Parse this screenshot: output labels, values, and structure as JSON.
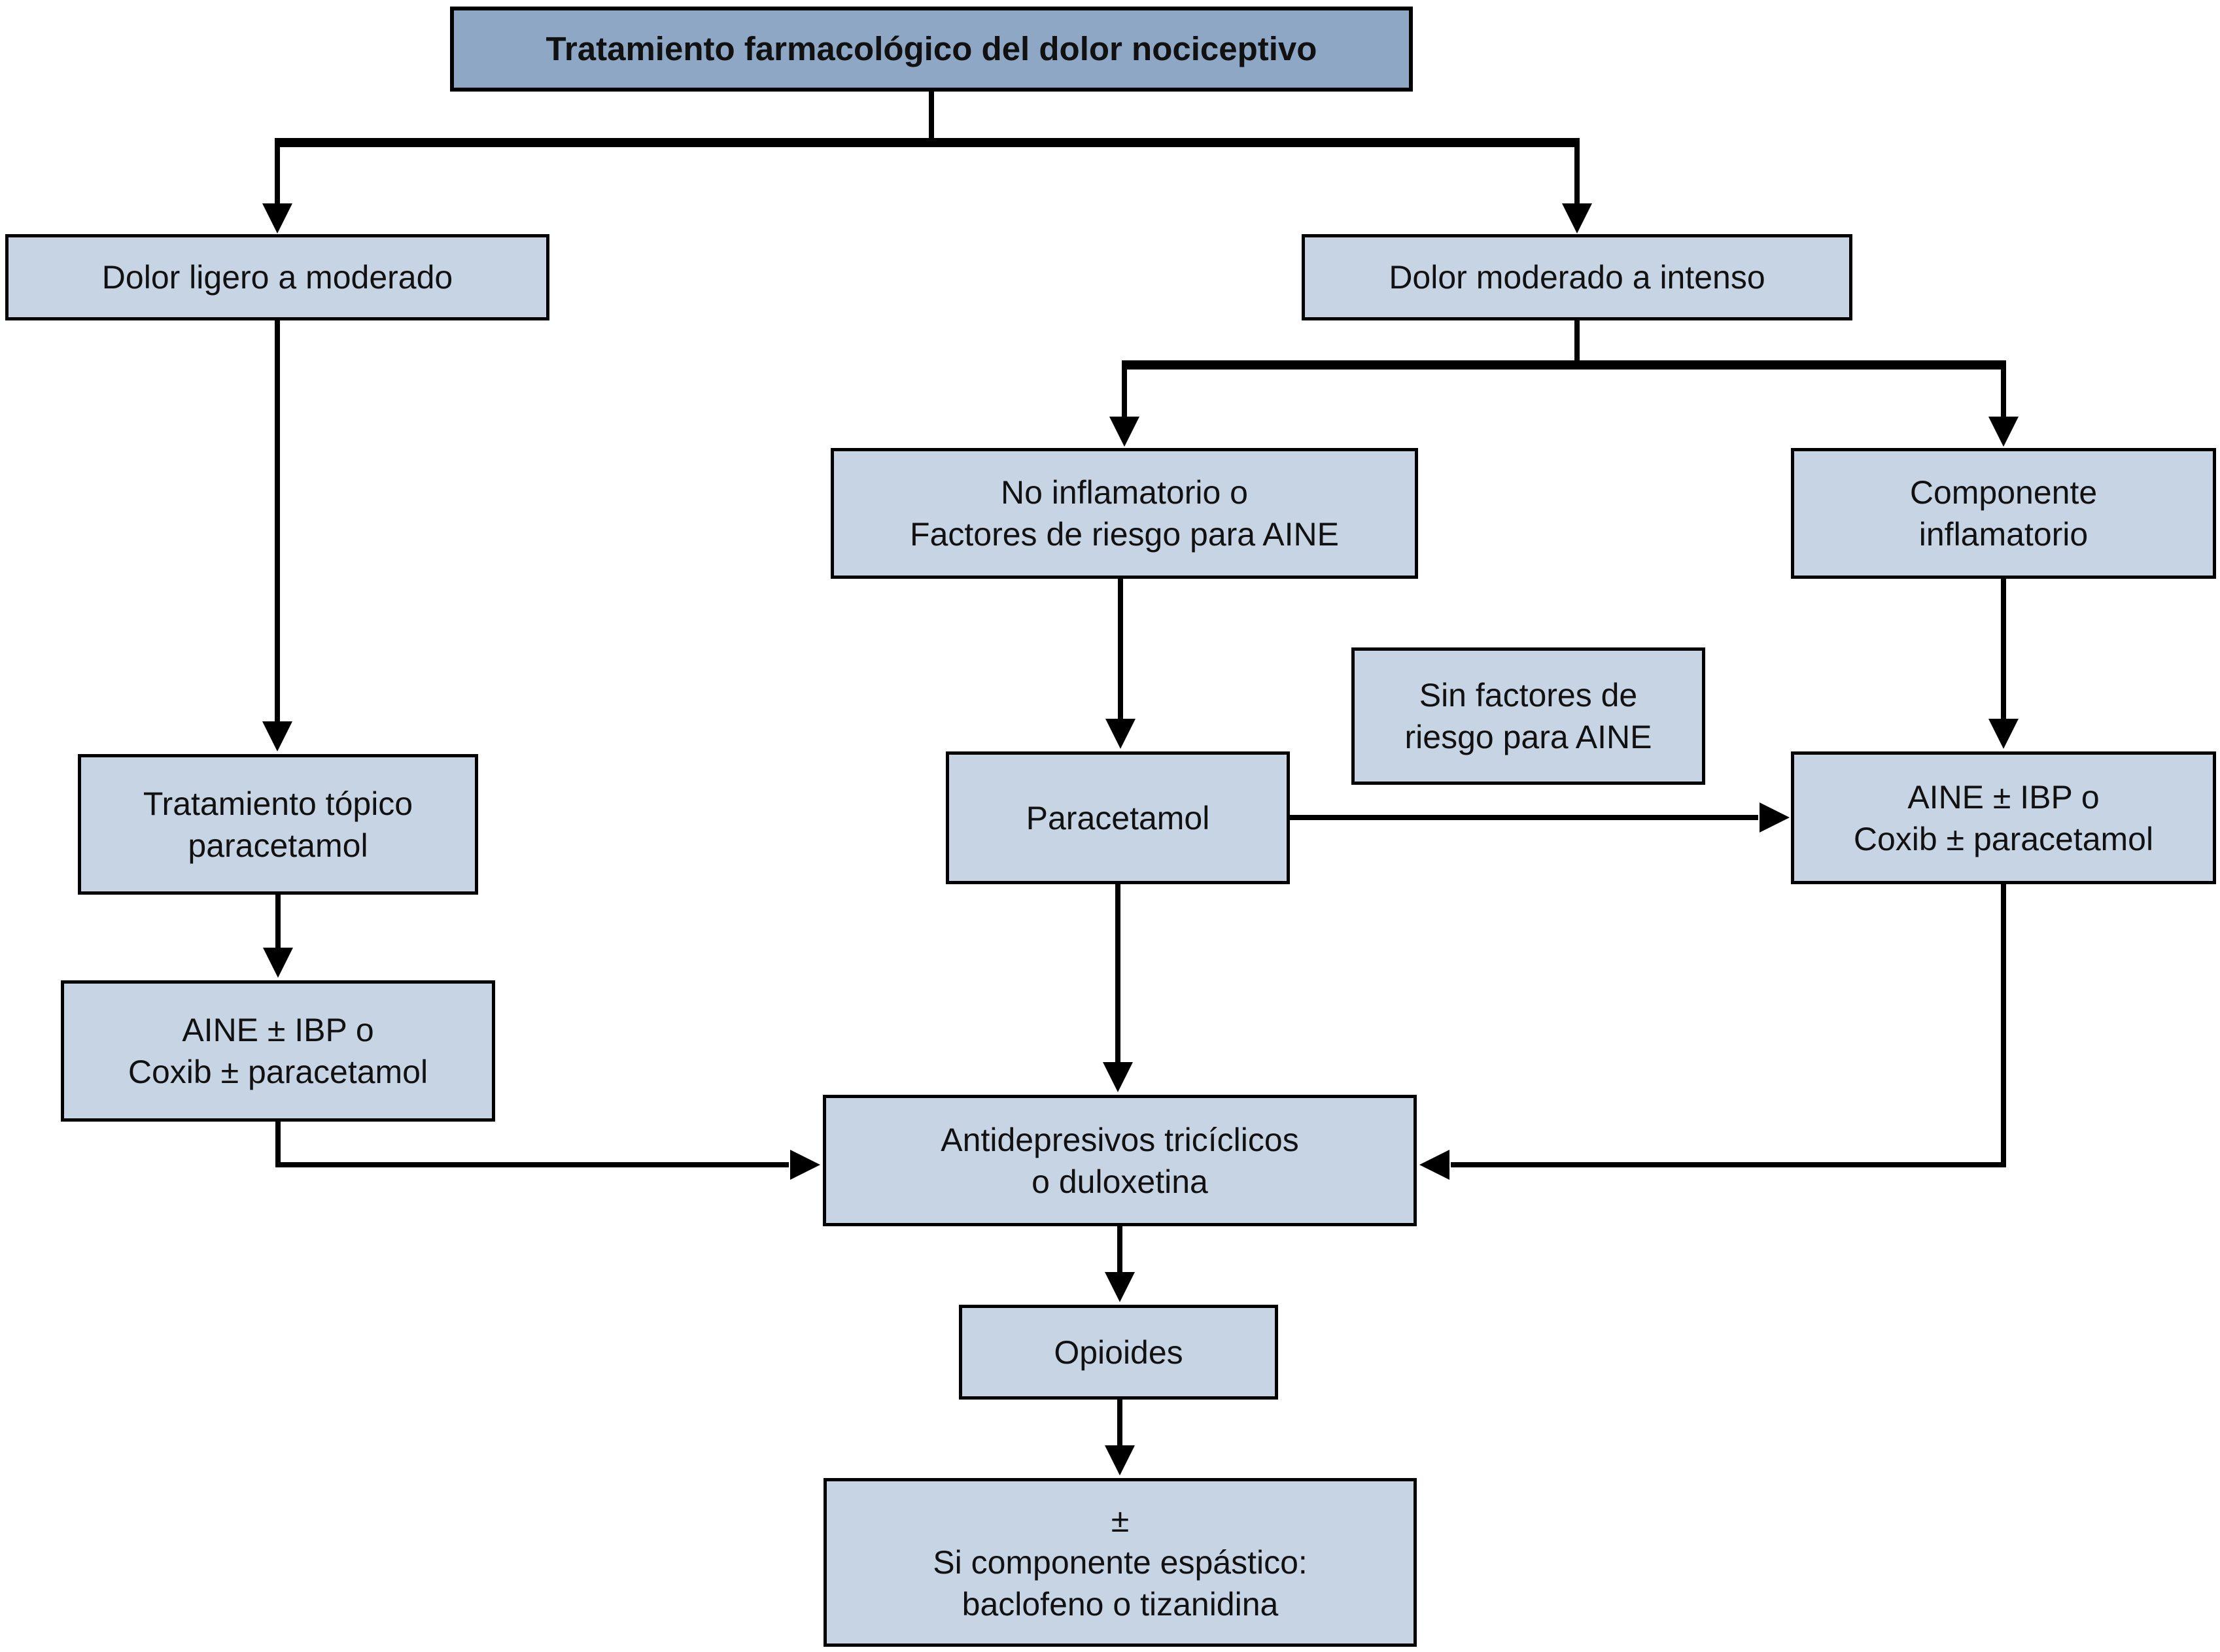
{
  "diagram": {
    "type": "flowchart",
    "language": "es",
    "title": "Tratamiento farmacológico del dolor nociceptivo"
  },
  "colors": {
    "header_fill": "#8ea7c4",
    "node_fill": "#c6d4e3",
    "border": "#000000",
    "text": "#111111",
    "background": "#ffffff"
  },
  "nodes": {
    "title": {
      "label": "Tratamiento farmacológico del dolor nociceptivo"
    },
    "dolor_ligero": {
      "label": "Dolor ligero a moderado"
    },
    "dolor_moderado": {
      "label": "Dolor moderado a intenso"
    },
    "no_inflamatorio": {
      "label": "No inflamatorio o\nFactores de riesgo para AINE"
    },
    "comp_inflamatorio": {
      "label": "Componente\ninflamatorio"
    },
    "sin_factores": {
      "label": "Sin factores de\nriesgo para AINE"
    },
    "paracetamol": {
      "label": "Paracetamol"
    },
    "aine_derecha": {
      "label": "AINE ± IBP o\nCoxib ± paracetamol"
    },
    "tratamiento_topico": {
      "label": "Tratamiento tópico\nparacetamol"
    },
    "aine_izquierda": {
      "label": "AINE ± IBP o\nCoxib ± paracetamol"
    },
    "antidepresivos": {
      "label": "Antidepresivos tricíclicos\no duloxetina"
    },
    "opioides": {
      "label": "Opioides"
    },
    "espastico": {
      "label": "±\nSi componente espástico:\nbaclofeno o tizanidina"
    }
  },
  "edges": [
    {
      "from": "title",
      "to": "dolor_ligero"
    },
    {
      "from": "title",
      "to": "dolor_moderado"
    },
    {
      "from": "dolor_ligero",
      "to": "tratamiento_topico"
    },
    {
      "from": "dolor_moderado",
      "to": "no_inflamatorio"
    },
    {
      "from": "dolor_moderado",
      "to": "comp_inflamatorio"
    },
    {
      "from": "no_inflamatorio",
      "to": "paracetamol"
    },
    {
      "from": "comp_inflamatorio",
      "to": "aine_derecha"
    },
    {
      "from": "paracetamol",
      "to": "aine_derecha",
      "note": "Sin factores de riesgo para AINE"
    },
    {
      "from": "tratamiento_topico",
      "to": "aine_izquierda"
    },
    {
      "from": "aine_izquierda",
      "to": "antidepresivos"
    },
    {
      "from": "aine_derecha",
      "to": "antidepresivos"
    },
    {
      "from": "paracetamol",
      "to": "antidepresivos"
    },
    {
      "from": "antidepresivos",
      "to": "opioides"
    },
    {
      "from": "opioides",
      "to": "espastico"
    }
  ]
}
